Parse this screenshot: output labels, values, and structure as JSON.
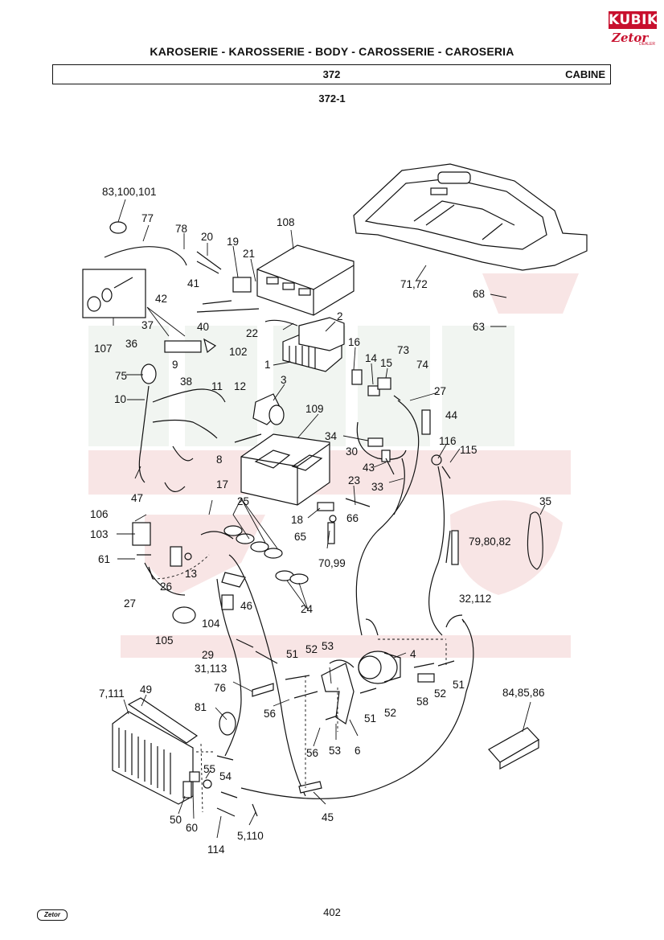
{
  "header": {
    "title": "KAROSERIE - KAROSSERIE - BODY - CAROSSERIE - CAROSERIA",
    "code": "372",
    "name": "CABINE",
    "subcode": "372-1"
  },
  "brand": {
    "logo_top": "KUBIK",
    "logo_bottom": "Zetor",
    "logo_sub": "DEALER",
    "footer_logo": "Zetor"
  },
  "page_number": "402",
  "colors": {
    "accent": "#c8102e",
    "watermark_red": "#f2d0d0",
    "watermark_green": "#e8efe8"
  },
  "callouts": [
    "83,100,101",
    "77",
    "78",
    "20",
    "19",
    "21",
    "108",
    "71,72",
    "68",
    "63",
    "41",
    "42",
    "22",
    "2",
    "107",
    "37",
    "40",
    "36",
    "9",
    "38",
    "102",
    "1",
    "16",
    "14",
    "15",
    "73",
    "74",
    "75",
    "10",
    "3",
    "11",
    "12",
    "27",
    "44",
    "109",
    "34",
    "30",
    "116",
    "115",
    "43",
    "33",
    "8",
    "17",
    "47",
    "23",
    "18",
    "66",
    "65",
    "70,99",
    "25",
    "35",
    "106",
    "103",
    "79,80,82",
    "61",
    "26",
    "13",
    "27",
    "46",
    "24",
    "104",
    "32,112",
    "105",
    "29",
    "51",
    "52",
    "53",
    "4",
    "31,113",
    "58",
    "52",
    "51",
    "84,85,86",
    "76",
    "56",
    "51",
    "52",
    "7,111",
    "49",
    "81",
    "56",
    "53",
    "6",
    "55",
    "54",
    "45",
    "50",
    "60",
    "114",
    "5,110"
  ]
}
